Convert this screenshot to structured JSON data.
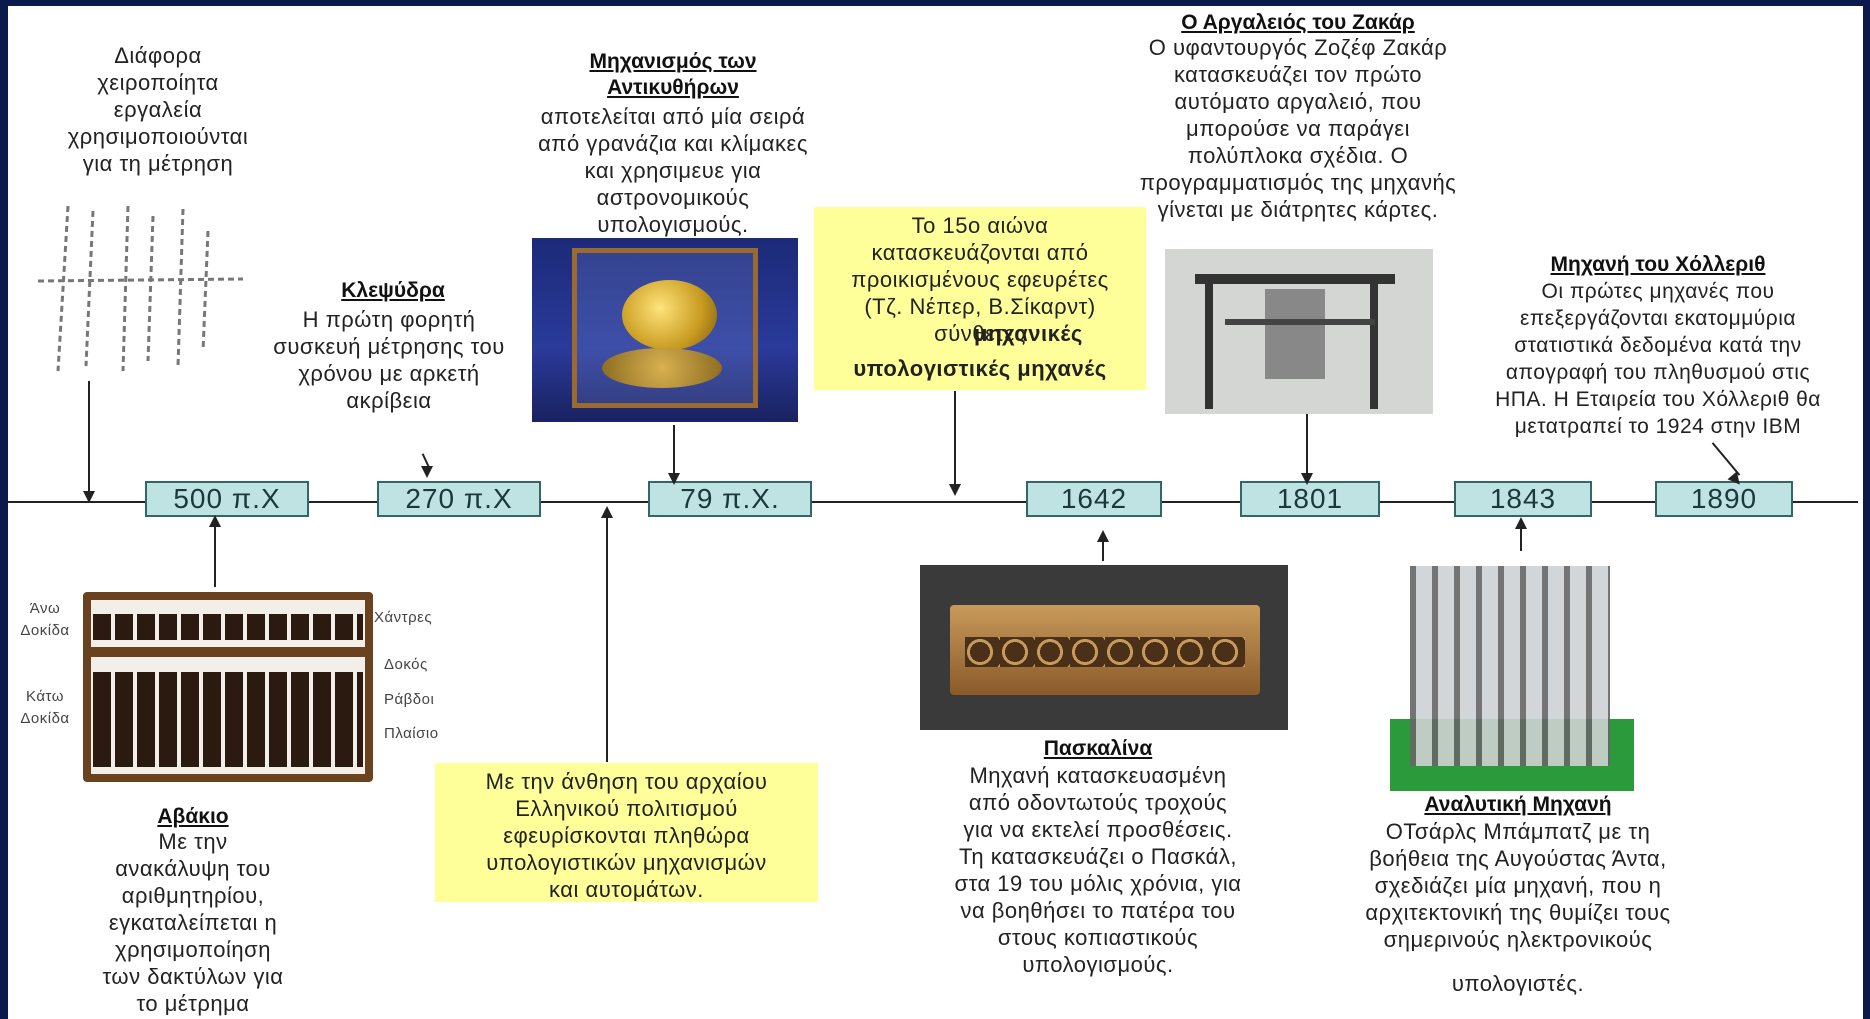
{
  "timeline": {
    "dates": [
      "500 π.Χ",
      "270 π.Χ",
      "79 π.Χ.",
      "1642",
      "1801",
      "1843",
      "1890"
    ]
  },
  "handtools": {
    "text": "Διάφορα\nχειροποίητα\nεργαλεία\nχρησιμοποιούνται\nγια τη μέτρηση"
  },
  "klepsydra": {
    "title": "Κλεψύδρα",
    "text": "Η πρώτη φορητή\nσυσκευή μέτρησης του\nχρόνου με αρκετή\nακρίβεια"
  },
  "antikythera": {
    "title": "Μηχανισμός των\nΑντικυθήρων",
    "text": "αποτελείται από μία  σειρά\nαπό γρανάζια και κλίμακες\nκαι χρησιμευε για\nαστρονομικούς\nυπολογισμούς."
  },
  "inventors": {
    "text": "Το 15ο αιώνα\nκατασκευάζονται από\nπροικισμένους εφευρέτες\n(Τζ. Νέπερ, Β.Σίκαρντ)\nσύνθετες",
    "bold1": "μηχανικές",
    "bold2": "υπολογιστικές μηχανές"
  },
  "jacquard": {
    "title": "Ο Αργαλειός του Ζακάρ",
    "text": "Ο υφαντουργός Ζοζέφ Ζακάρ\nκατασκευάζει τον πρώτο\nαυτόματο αργαλειό, που\nμπορούσε να παράγει\nπολύπλοκα σχέδια. Ο\nπρογραμματισμός της μηχανής\nγίνεται με  διάτρητες κάρτες."
  },
  "hollerith": {
    "title": "Μηχανή του Χόλλεριθ",
    "text": "Οι πρώτες μηχανές που\nεπεξεργάζονται εκατομμύρια\nστατιστικά δεδομένα κατά την\nαπογραφή του πληθυσμού στις\nΗΠΑ. Η Εταιρεία του Χόλλεριθ θα\nμετατραπεί το 1924 στην IBM"
  },
  "abacus": {
    "title": "Αβάκιο",
    "text": "Με την\nανακάλυψη του\nαριθμητηρίου,\nεγκαταλείπεται η\nχρησιμοποίηση\nτων δακτύλων για\nτο μέτρημα",
    "label_upper": "Άνω\nΔοκίδα",
    "label_lower": "Κάτω\nΔοκίδα",
    "label_beads": "Χάντρες",
    "label_beam": "Δοκός",
    "label_rods": "Ράβδοι",
    "label_frame": "Πλαίσιο"
  },
  "greek": {
    "text": "Με την άνθηση του  αρχαίου\nΕλληνικού πολιτισμού\nεφευρίσκονται  πληθώρα\nυπολογιστικών μηχανισμών\nκαι αυτομάτων."
  },
  "pascaline": {
    "title": "Πασκαλίνα",
    "text": "Μηχανή κατασκευασμένη\nαπό οδοντωτούς τροχούς\nγια να εκτελεί προσθέσεις.\nΤη κατασκευάζει ο  Πασκάλ,\nστα 19 του μόλις χρόνια, για\nνα βοηθήσει το πατέρα του\nστους κοπιαστικούς\nυπολογισμούς."
  },
  "analytical": {
    "title": "Αναλυτική Μηχανή",
    "text": "ΟΤσάρλς  Μπάμπατζ με τη\nβοήθεια της Αυγούστας Άντα,\nσχεδιάζει μία μηχανή, που η\nαρχιτεκτονική της θυμίζει τους\nσημερινούς ηλεκτρονικούς",
    "text2": "υπολογιστές."
  },
  "colors": {
    "date_fill": "#bfe3e3",
    "date_border": "#336666",
    "note_fill": "#ffff99",
    "frame": "#0a1a4a"
  }
}
